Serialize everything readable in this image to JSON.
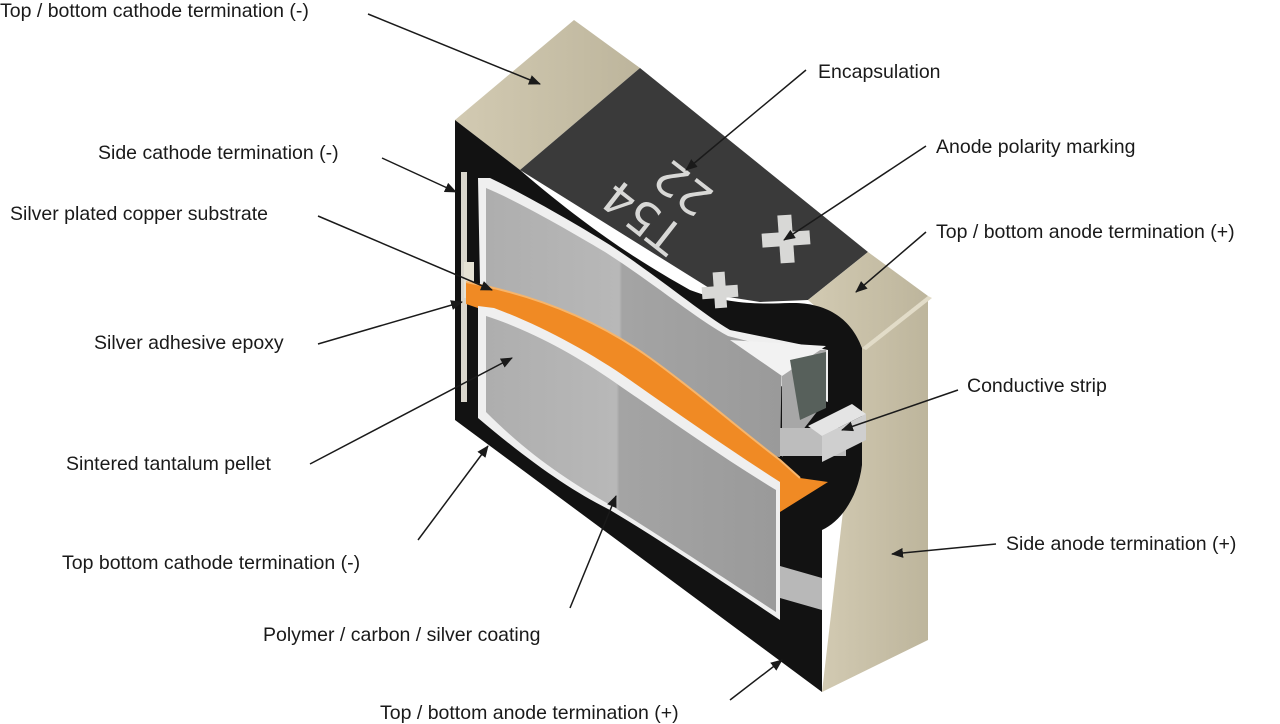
{
  "diagram": {
    "labels": {
      "top_cathode": "Top / bottom cathode termination (-)",
      "encapsulation": "Encapsulation",
      "side_cathode": "Side cathode termination (-)",
      "anode_marking": "Anode polarity marking",
      "substrate": "Silver plated copper substrate",
      "top_anode_right": "Top / bottom anode termination (+)",
      "adhesive": "Silver adhesive epoxy",
      "strip": "Conductive strip",
      "pellet": "Sintered tantalum pellet",
      "side_anode": "Side anode termination (+)",
      "bottom_cathode": "Top bottom cathode termination (-)",
      "coating": "Polymer / carbon / silver coating",
      "bottom_anode": "Top / bottom anode termination (+)"
    },
    "part_marking": {
      "line1": "T54",
      "line2": "22",
      "plus": "+"
    },
    "colors": {
      "termination": "#c4bca4",
      "encapsulation": "#2e2e2e",
      "pellet": "#b2b2b2",
      "substrate": "#f08a24",
      "body_black": "#111111"
    }
  }
}
